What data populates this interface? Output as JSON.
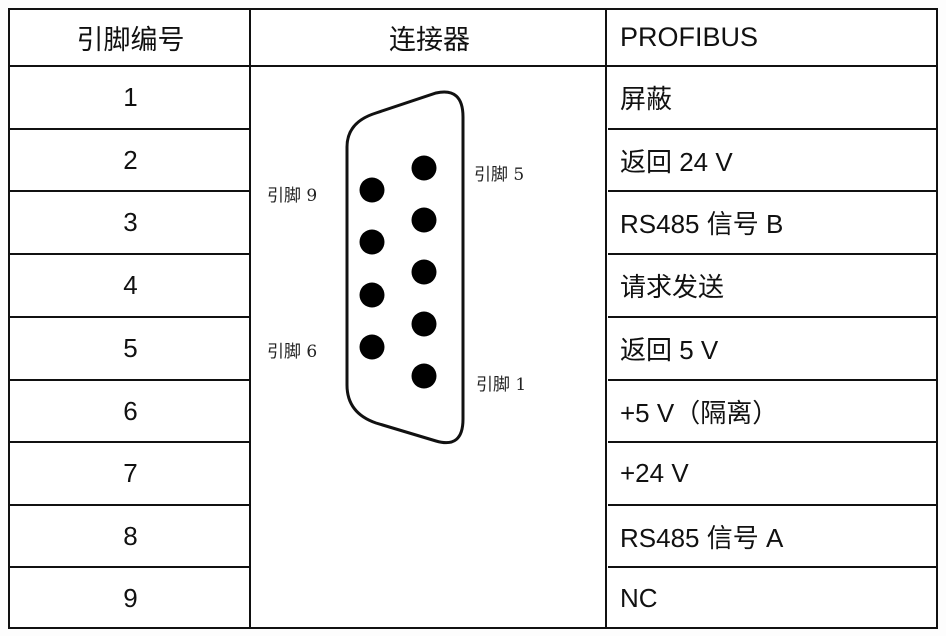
{
  "headers": {
    "pin_number": "引脚编号",
    "connector": "连接器",
    "profibus": "PROFIBUS"
  },
  "rows": [
    {
      "pin": "1",
      "signal": "屏蔽"
    },
    {
      "pin": "2",
      "signal": "返回 24 V"
    },
    {
      "pin": "3",
      "signal": "RS485 信号 B"
    },
    {
      "pin": "4",
      "signal": "请求发送"
    },
    {
      "pin": "5",
      "signal": "返回 5 V"
    },
    {
      "pin": "6",
      "signal": "+5 V（隔离）"
    },
    {
      "pin": "7",
      "signal": "+24 V"
    },
    {
      "pin": "8",
      "signal": "RS485 信号 A"
    },
    {
      "pin": "9",
      "signal": "NC"
    }
  ],
  "connector_labels": {
    "pin9": "引脚 9",
    "pin5": "引脚 5",
    "pin6": "引脚 6",
    "pin1": "引脚 1"
  }
}
